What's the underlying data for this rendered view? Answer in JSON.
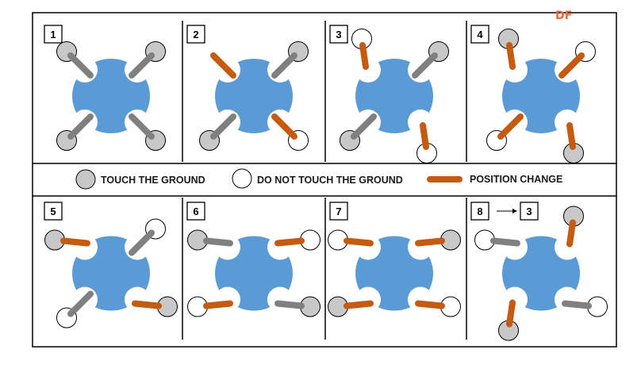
{
  "watermark": {
    "text": "DF",
    "color": "#e8683c"
  },
  "colors": {
    "body": "#5b9bd5",
    "leg_gray": "#808080",
    "leg_orange": "#c55a11",
    "foot_ground": "#c8c8c8",
    "foot_air": "#ffffff",
    "border": "#000000"
  },
  "legend": {
    "touch_label": "TOUCH THE GROUND",
    "no_touch_label": "DO NOT TOUCH THE GROUND",
    "change_label": "POSITION CHANGE"
  },
  "steps": [
    {
      "label": "1",
      "legs": [
        {
          "corner": "tl",
          "pose": "diag",
          "color": "gray",
          "foot": "ground"
        },
        {
          "corner": "tr",
          "pose": "diag",
          "color": "gray",
          "foot": "ground"
        },
        {
          "corner": "bl",
          "pose": "diag",
          "color": "gray",
          "foot": "ground"
        },
        {
          "corner": "br",
          "pose": "diag",
          "color": "gray",
          "foot": "ground"
        }
      ]
    },
    {
      "label": "2",
      "legs": [
        {
          "corner": "tl",
          "pose": "diag",
          "color": "orange",
          "foot": "none"
        },
        {
          "corner": "tr",
          "pose": "diag",
          "color": "gray",
          "foot": "ground"
        },
        {
          "corner": "bl",
          "pose": "diag",
          "color": "gray",
          "foot": "ground"
        },
        {
          "corner": "br",
          "pose": "diag",
          "color": "orange",
          "foot": "air"
        }
      ]
    },
    {
      "label": "3",
      "legs": [
        {
          "corner": "tl",
          "pose": "vert",
          "color": "orange",
          "foot": "air"
        },
        {
          "corner": "tr",
          "pose": "diag",
          "color": "gray",
          "foot": "ground"
        },
        {
          "corner": "bl",
          "pose": "diag",
          "color": "gray",
          "foot": "ground"
        },
        {
          "corner": "br",
          "pose": "vert",
          "color": "orange",
          "foot": "air"
        }
      ]
    },
    {
      "label": "4",
      "legs": [
        {
          "corner": "tl",
          "pose": "vert",
          "color": "orange",
          "foot": "ground"
        },
        {
          "corner": "tr",
          "pose": "diag",
          "color": "orange",
          "foot": "air"
        },
        {
          "corner": "bl",
          "pose": "diag",
          "color": "orange",
          "foot": "air"
        },
        {
          "corner": "br",
          "pose": "vert",
          "color": "orange",
          "foot": "ground"
        }
      ]
    },
    {
      "label": "5",
      "legs": [
        {
          "corner": "tl",
          "pose": "horiz",
          "color": "orange",
          "foot": "ground"
        },
        {
          "corner": "tr",
          "pose": "diag",
          "color": "gray",
          "foot": "air"
        },
        {
          "corner": "bl",
          "pose": "diag",
          "color": "gray",
          "foot": "air"
        },
        {
          "corner": "br",
          "pose": "horiz",
          "color": "orange",
          "foot": "ground"
        }
      ]
    },
    {
      "label": "6",
      "legs": [
        {
          "corner": "tl",
          "pose": "horiz",
          "color": "gray",
          "foot": "ground"
        },
        {
          "corner": "tr",
          "pose": "horiz",
          "color": "orange",
          "foot": "air"
        },
        {
          "corner": "bl",
          "pose": "horiz",
          "color": "orange",
          "foot": "air"
        },
        {
          "corner": "br",
          "pose": "horiz",
          "color": "gray",
          "foot": "ground"
        }
      ]
    },
    {
      "label": "7",
      "legs": [
        {
          "corner": "tl",
          "pose": "horiz",
          "color": "orange",
          "foot": "air"
        },
        {
          "corner": "tr",
          "pose": "horiz",
          "color": "orange",
          "foot": "ground"
        },
        {
          "corner": "bl",
          "pose": "horiz",
          "color": "orange",
          "foot": "ground"
        },
        {
          "corner": "br",
          "pose": "horiz",
          "color": "orange",
          "foot": "air"
        }
      ]
    },
    {
      "label": "8",
      "next_label": "3",
      "legs": [
        {
          "corner": "tl",
          "pose": "horiz",
          "color": "gray",
          "foot": "air"
        },
        {
          "corner": "tr",
          "pose": "vert",
          "color": "orange",
          "foot": "ground"
        },
        {
          "corner": "bl",
          "pose": "vert",
          "color": "orange",
          "foot": "ground"
        },
        {
          "corner": "br",
          "pose": "horiz",
          "color": "gray",
          "foot": "air"
        }
      ]
    }
  ]
}
